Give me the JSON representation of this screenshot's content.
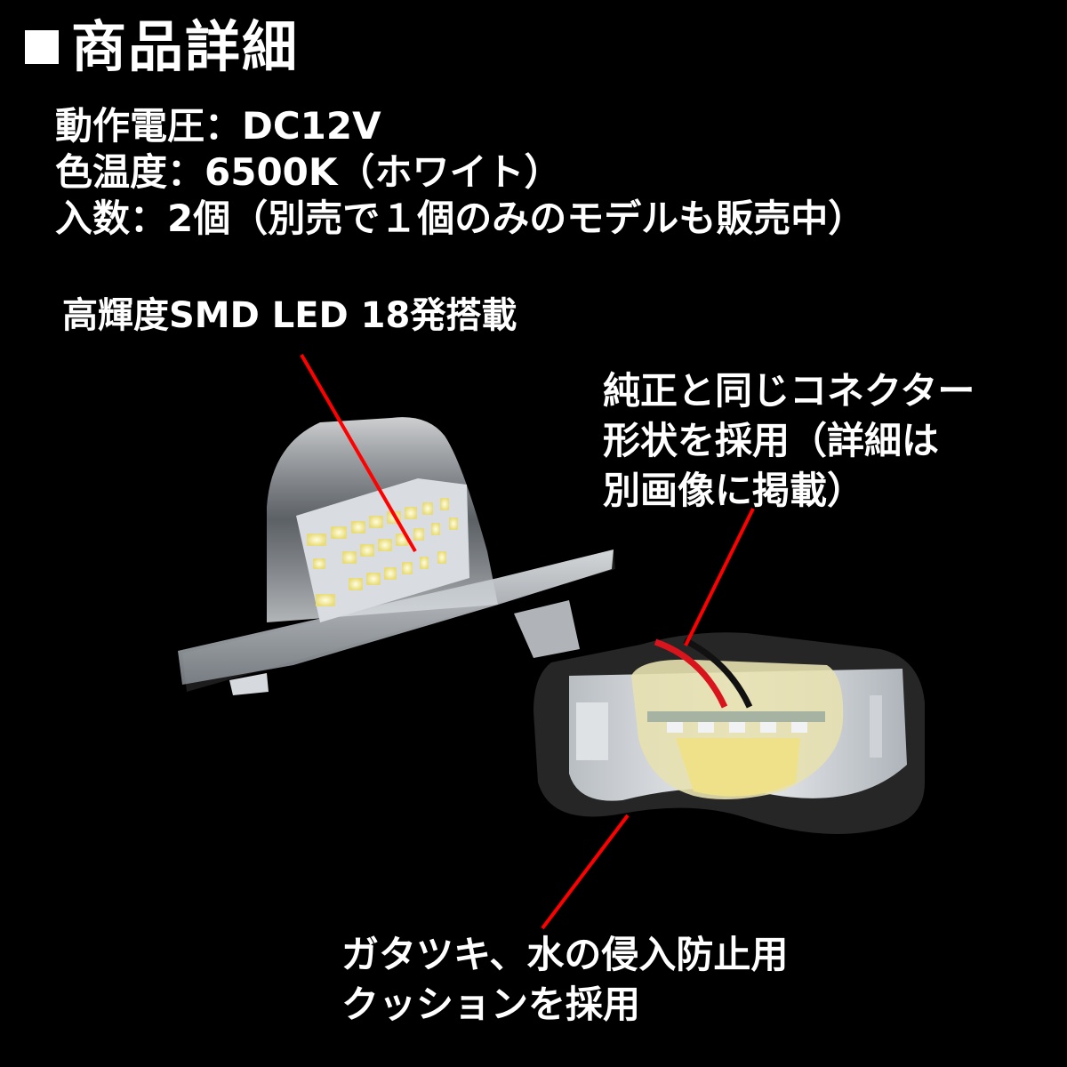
{
  "title": {
    "bullet_icon": "filled-square",
    "text": "商品詳細"
  },
  "specs": [
    "動作電圧：DC12V",
    "色温度：6500K（ホワイト）",
    "入数：2個（別売で１個のみのモデルも販売中）"
  ],
  "callouts": {
    "smd": "高輝度SMD LED 18発搭載",
    "connector": [
      "純正と同じコネクター",
      "形状を採用（詳細は",
      "別画像に掲載）"
    ],
    "cushion": [
      "ガタツキ、水の侵入防止用",
      "クッションを採用"
    ]
  },
  "colors": {
    "background": "#000000",
    "text": "#ffffff",
    "pointer_line": "#ff0000",
    "led": "#f4f0a0",
    "gasket": "#2a2a2a",
    "housing": "#c8ccd0"
  }
}
